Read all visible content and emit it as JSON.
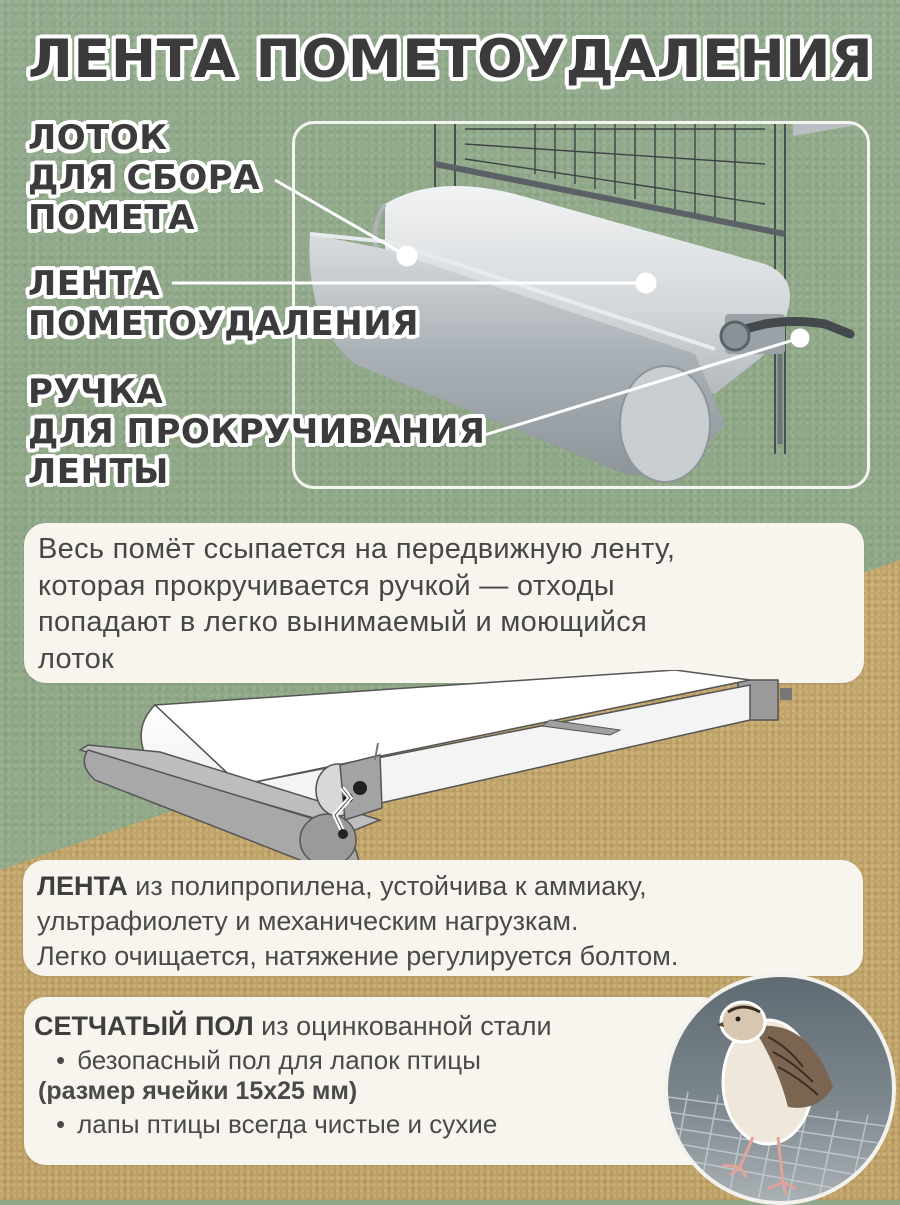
{
  "title": "ЛЕНТА ПОМЕТОУДАЛЕНИЯ",
  "callouts": [
    {
      "lines": [
        "ЛОТОК",
        "ДЛЯ СБОРА",
        "ПОМЕТА"
      ]
    },
    {
      "lines": [
        "ЛЕНТА",
        "ПОМЕТОУДАЛЕНИЯ"
      ]
    },
    {
      "lines": [
        "РУЧКА",
        "ДЛЯ ПРОКРУЧИВАНИЯ",
        "ЛЕНТЫ"
      ]
    }
  ],
  "description": {
    "line1": "Весь помёт ссыпается на передвижную ленту,",
    "line2": "которая прокручивается ручкой — отходы",
    "line3": "попадают в легко вынимаемый и моющийся",
    "line4": "лоток"
  },
  "belt_info": {
    "bold": "ЛЕНТА",
    "line1_rest": " из  полипропилена, устойчива к аммиаку,",
    "line2": "ультрафиолету и механическим нагрузкам.",
    "line3": "Легко очищается, натяжение регулируется болтом."
  },
  "floor_info": {
    "bold": "СЕТЧАТЫЙ ПОЛ",
    "line1_rest": " из оцинкованной стали",
    "bullet1": "безопасный пол для лапок птицы",
    "cell_size": "(размер ячейки 15х25 мм)",
    "bullet2": "лапы птицы всегда чистые и сухие"
  },
  "images": {
    "photo": "tray-and-belt-photo",
    "diagram": "conveyor-belt-illustration",
    "quail": "quail-on-mesh-floor"
  },
  "colors": {
    "title_text": "#3b3b3b",
    "outline": "#ffffff",
    "card_bg": "#f8f5ee",
    "body_text": "#474747",
    "green_bg": "#8fa88a",
    "sand_bg": "#c0a468"
  }
}
